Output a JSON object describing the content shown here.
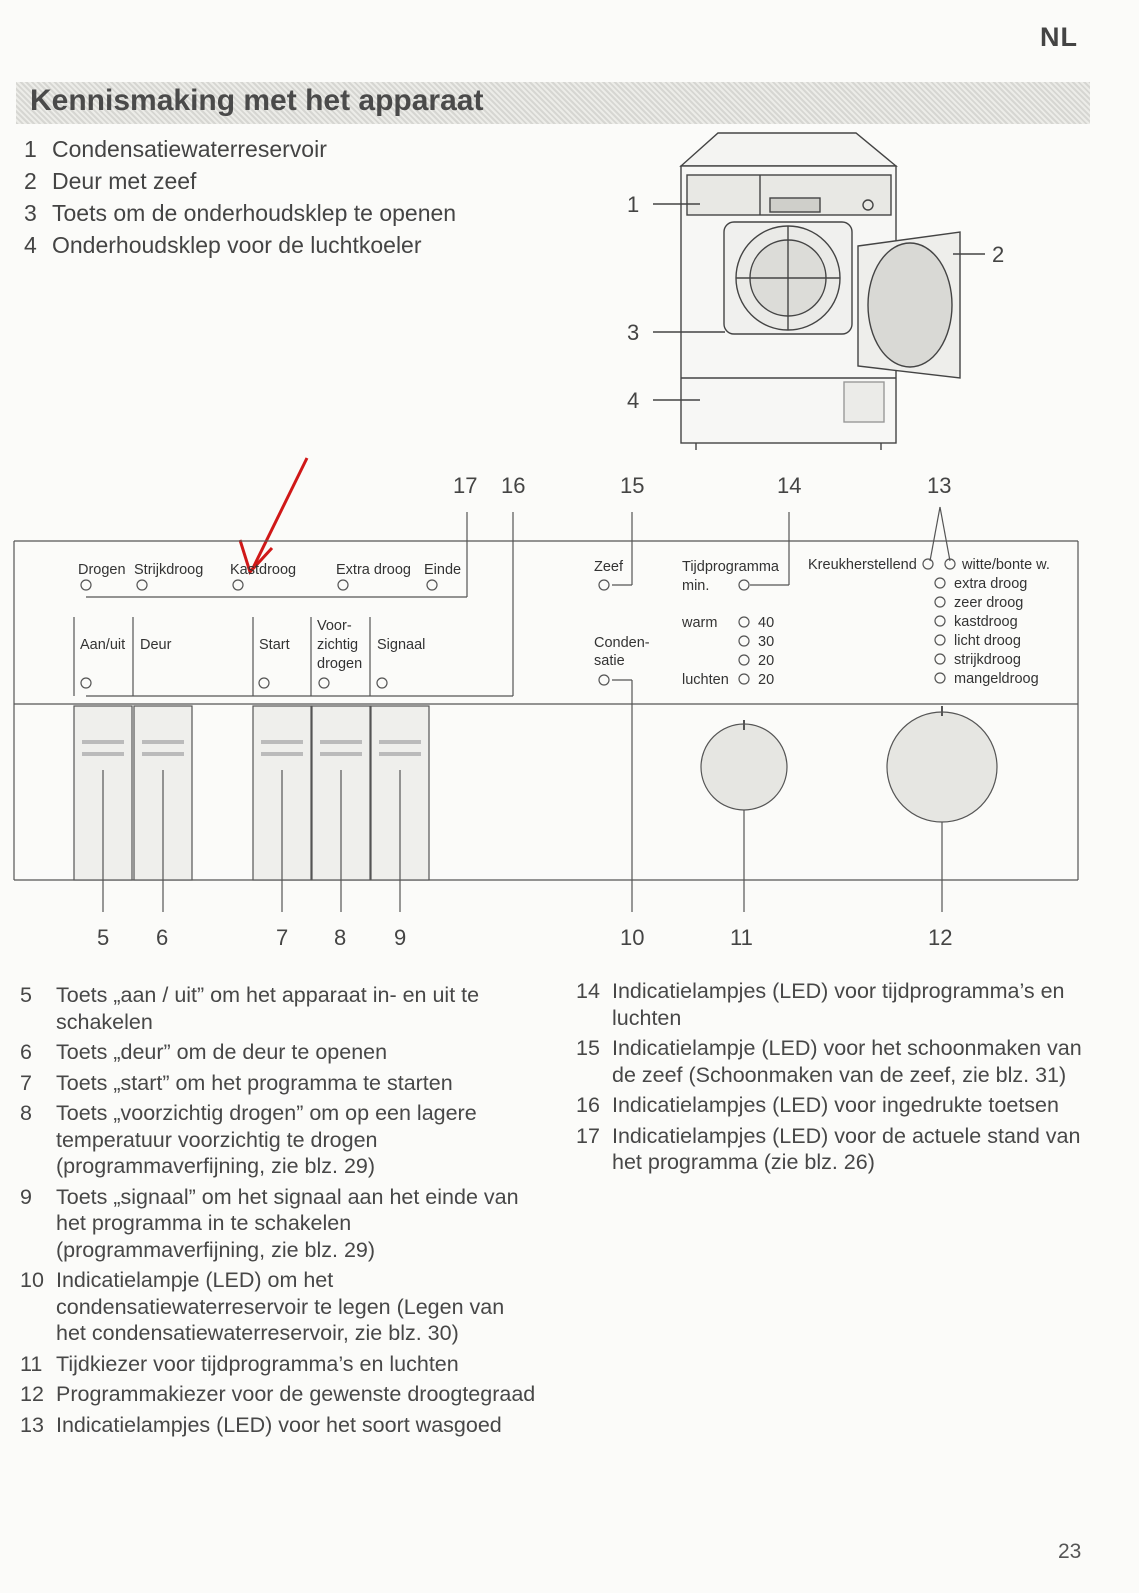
{
  "page": {
    "lang": "NL",
    "title": "Kennismaking met het apparaat",
    "page_number": "23"
  },
  "parts": [
    {
      "num": "1",
      "text": "Condensatiewaterreservoir"
    },
    {
      "num": "2",
      "text": "Deur met zeef"
    },
    {
      "num": "3",
      "text": "Toets om de onderhoudsklep te openen"
    },
    {
      "num": "4",
      "text": "Onderhoudsklep voor de luchtkoeler"
    }
  ],
  "dryer_callouts": [
    "1",
    "2",
    "3",
    "4"
  ],
  "panel": {
    "status_leds": [
      "Drogen",
      "Strijkdroog",
      "Kastdroog",
      "Extra droog",
      "Einde"
    ],
    "buttons": [
      {
        "label": "Aan/uit"
      },
      {
        "label": "Deur"
      },
      {
        "label": "Start"
      },
      {
        "label": "Voor-\nzichtig\ndrogen",
        "lines": [
          "Voor-",
          "zichtig",
          "drogen"
        ]
      },
      {
        "label": "Signaal"
      }
    ],
    "zeef": "Zeef",
    "condensatie_lines": [
      "Conden-",
      "satie"
    ],
    "tijd_title": "Tijdprogramma",
    "tijd_unit": "min.",
    "tijd_rows": [
      {
        "label": "warm",
        "value": "40"
      },
      {
        "label": "",
        "value": "30"
      },
      {
        "label": "",
        "value": "20"
      },
      {
        "label": "luchten",
        "value": "20"
      }
    ],
    "kreuk": "Kreukherstellend",
    "programs": [
      "witte/bonte w.",
      "extra droog",
      "zeer droog",
      "kastdroog",
      "licht droog",
      "strijkdroog",
      "mangeldroog"
    ]
  },
  "callouts_top": [
    "17",
    "16",
    "15",
    "14",
    "13"
  ],
  "callouts_bottom": [
    "5",
    "6",
    "7",
    "8",
    "9",
    "10",
    "11",
    "12"
  ],
  "descriptions_left": [
    {
      "num": "5",
      "text": "Toets „aan / uit” om het apparaat in- en uit te schakelen"
    },
    {
      "num": "6",
      "text": "Toets „deur” om de deur te openen"
    },
    {
      "num": "7",
      "text": "Toets „start” om het programma te starten"
    },
    {
      "num": "8",
      "text": "Toets „voorzichtig drogen” om op een lagere temperatuur voorzichtig te drogen (programmaverfijning, zie blz. 29)"
    },
    {
      "num": "9",
      "text": "Toets „signaal” om het signaal aan het einde van het programma in te schakelen (programmaverfijning, zie blz. 29)"
    },
    {
      "num": "10",
      "text": "Indicatielampje (LED) om het condensatiewaterreservoir te legen (Legen van het condensatiewaterreservoir, zie blz. 30)"
    },
    {
      "num": "11",
      "text": "Tijdkiezer voor tijdprogramma’s en luchten"
    },
    {
      "num": "12",
      "text": "Programmakiezer voor de gewenste droogtegraad"
    },
    {
      "num": "13",
      "text": "Indicatielampjes (LED) voor het soort wasgoed"
    }
  ],
  "descriptions_right": [
    {
      "num": "14",
      "text": "Indicatielampjes (LED) voor tijdprogramma’s en luchten"
    },
    {
      "num": "15",
      "text": "Indicatielampje (LED) voor het schoonmaken van de zeef (Schoonmaken van de zeef, zie blz. 31)"
    },
    {
      "num": "16",
      "text": "Indicatielampjes (LED) voor ingedrukte toetsen"
    },
    {
      "num": "17",
      "text": "Indicatielampjes (LED) voor de actuele stand van het programma (zie blz. 26)"
    }
  ]
}
